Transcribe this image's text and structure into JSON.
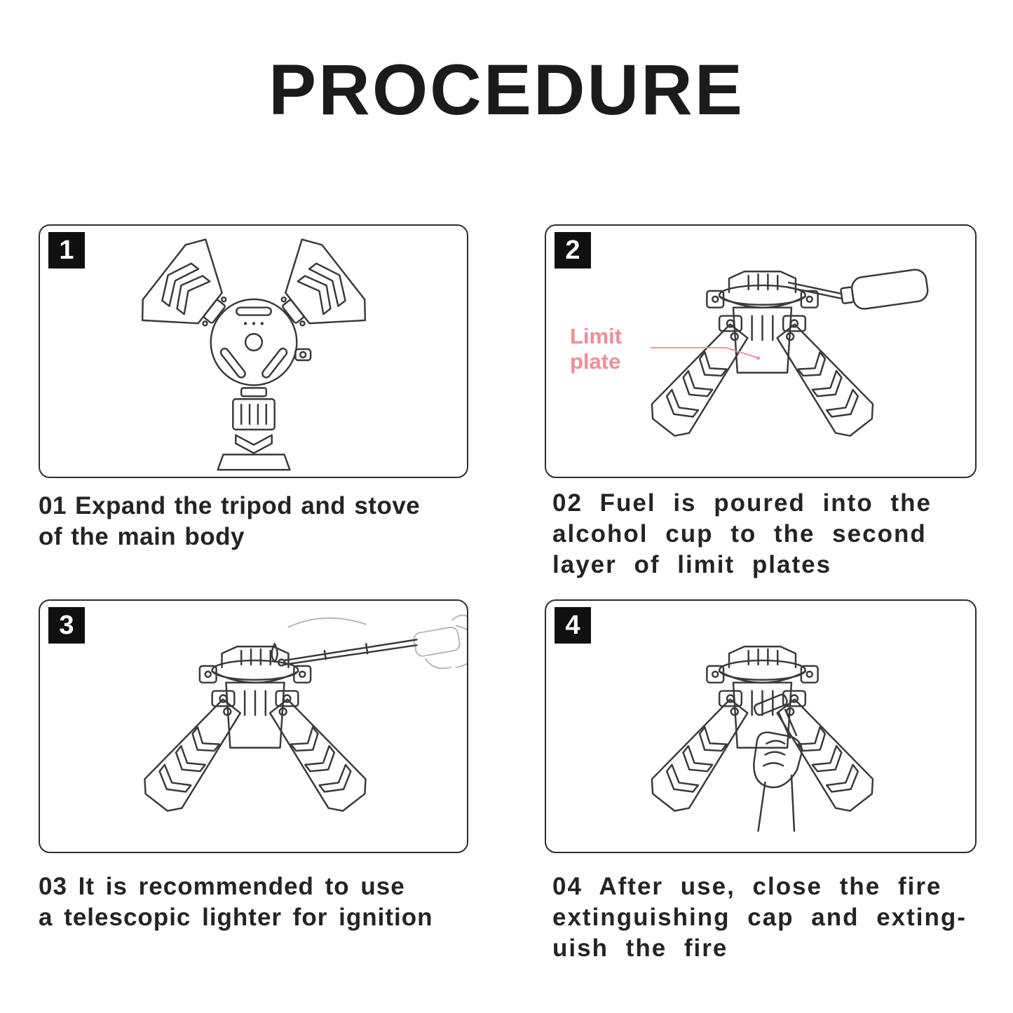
{
  "title": "PROCEDURE",
  "colors": {
    "ink": "#1b1b1b",
    "line": "#3a3a3a",
    "pink": "#ee8e98"
  },
  "panels": [
    {
      "number": "1",
      "caption": "01 Expand the tripod and stove\nof the main body",
      "alt": "stove-unfolded-top-view"
    },
    {
      "number": "2",
      "caption": "02 Fuel is poured into the\nalcohol cup to the second\nlayer of limit plates",
      "annotation": "Limit\nplate",
      "alt": "fuel-bottle-pouring-into-alcohol-cup"
    },
    {
      "number": "3",
      "caption": "03 It is recommended to use\na telescopic lighter for ignition",
      "alt": "telescopic-lighter-igniting-stove"
    },
    {
      "number": "4",
      "caption": "04 After use, close the fire\nextinguishing cap and exting-\nuish the fire",
      "alt": "hand-closing-extinguishing-cap"
    }
  ]
}
